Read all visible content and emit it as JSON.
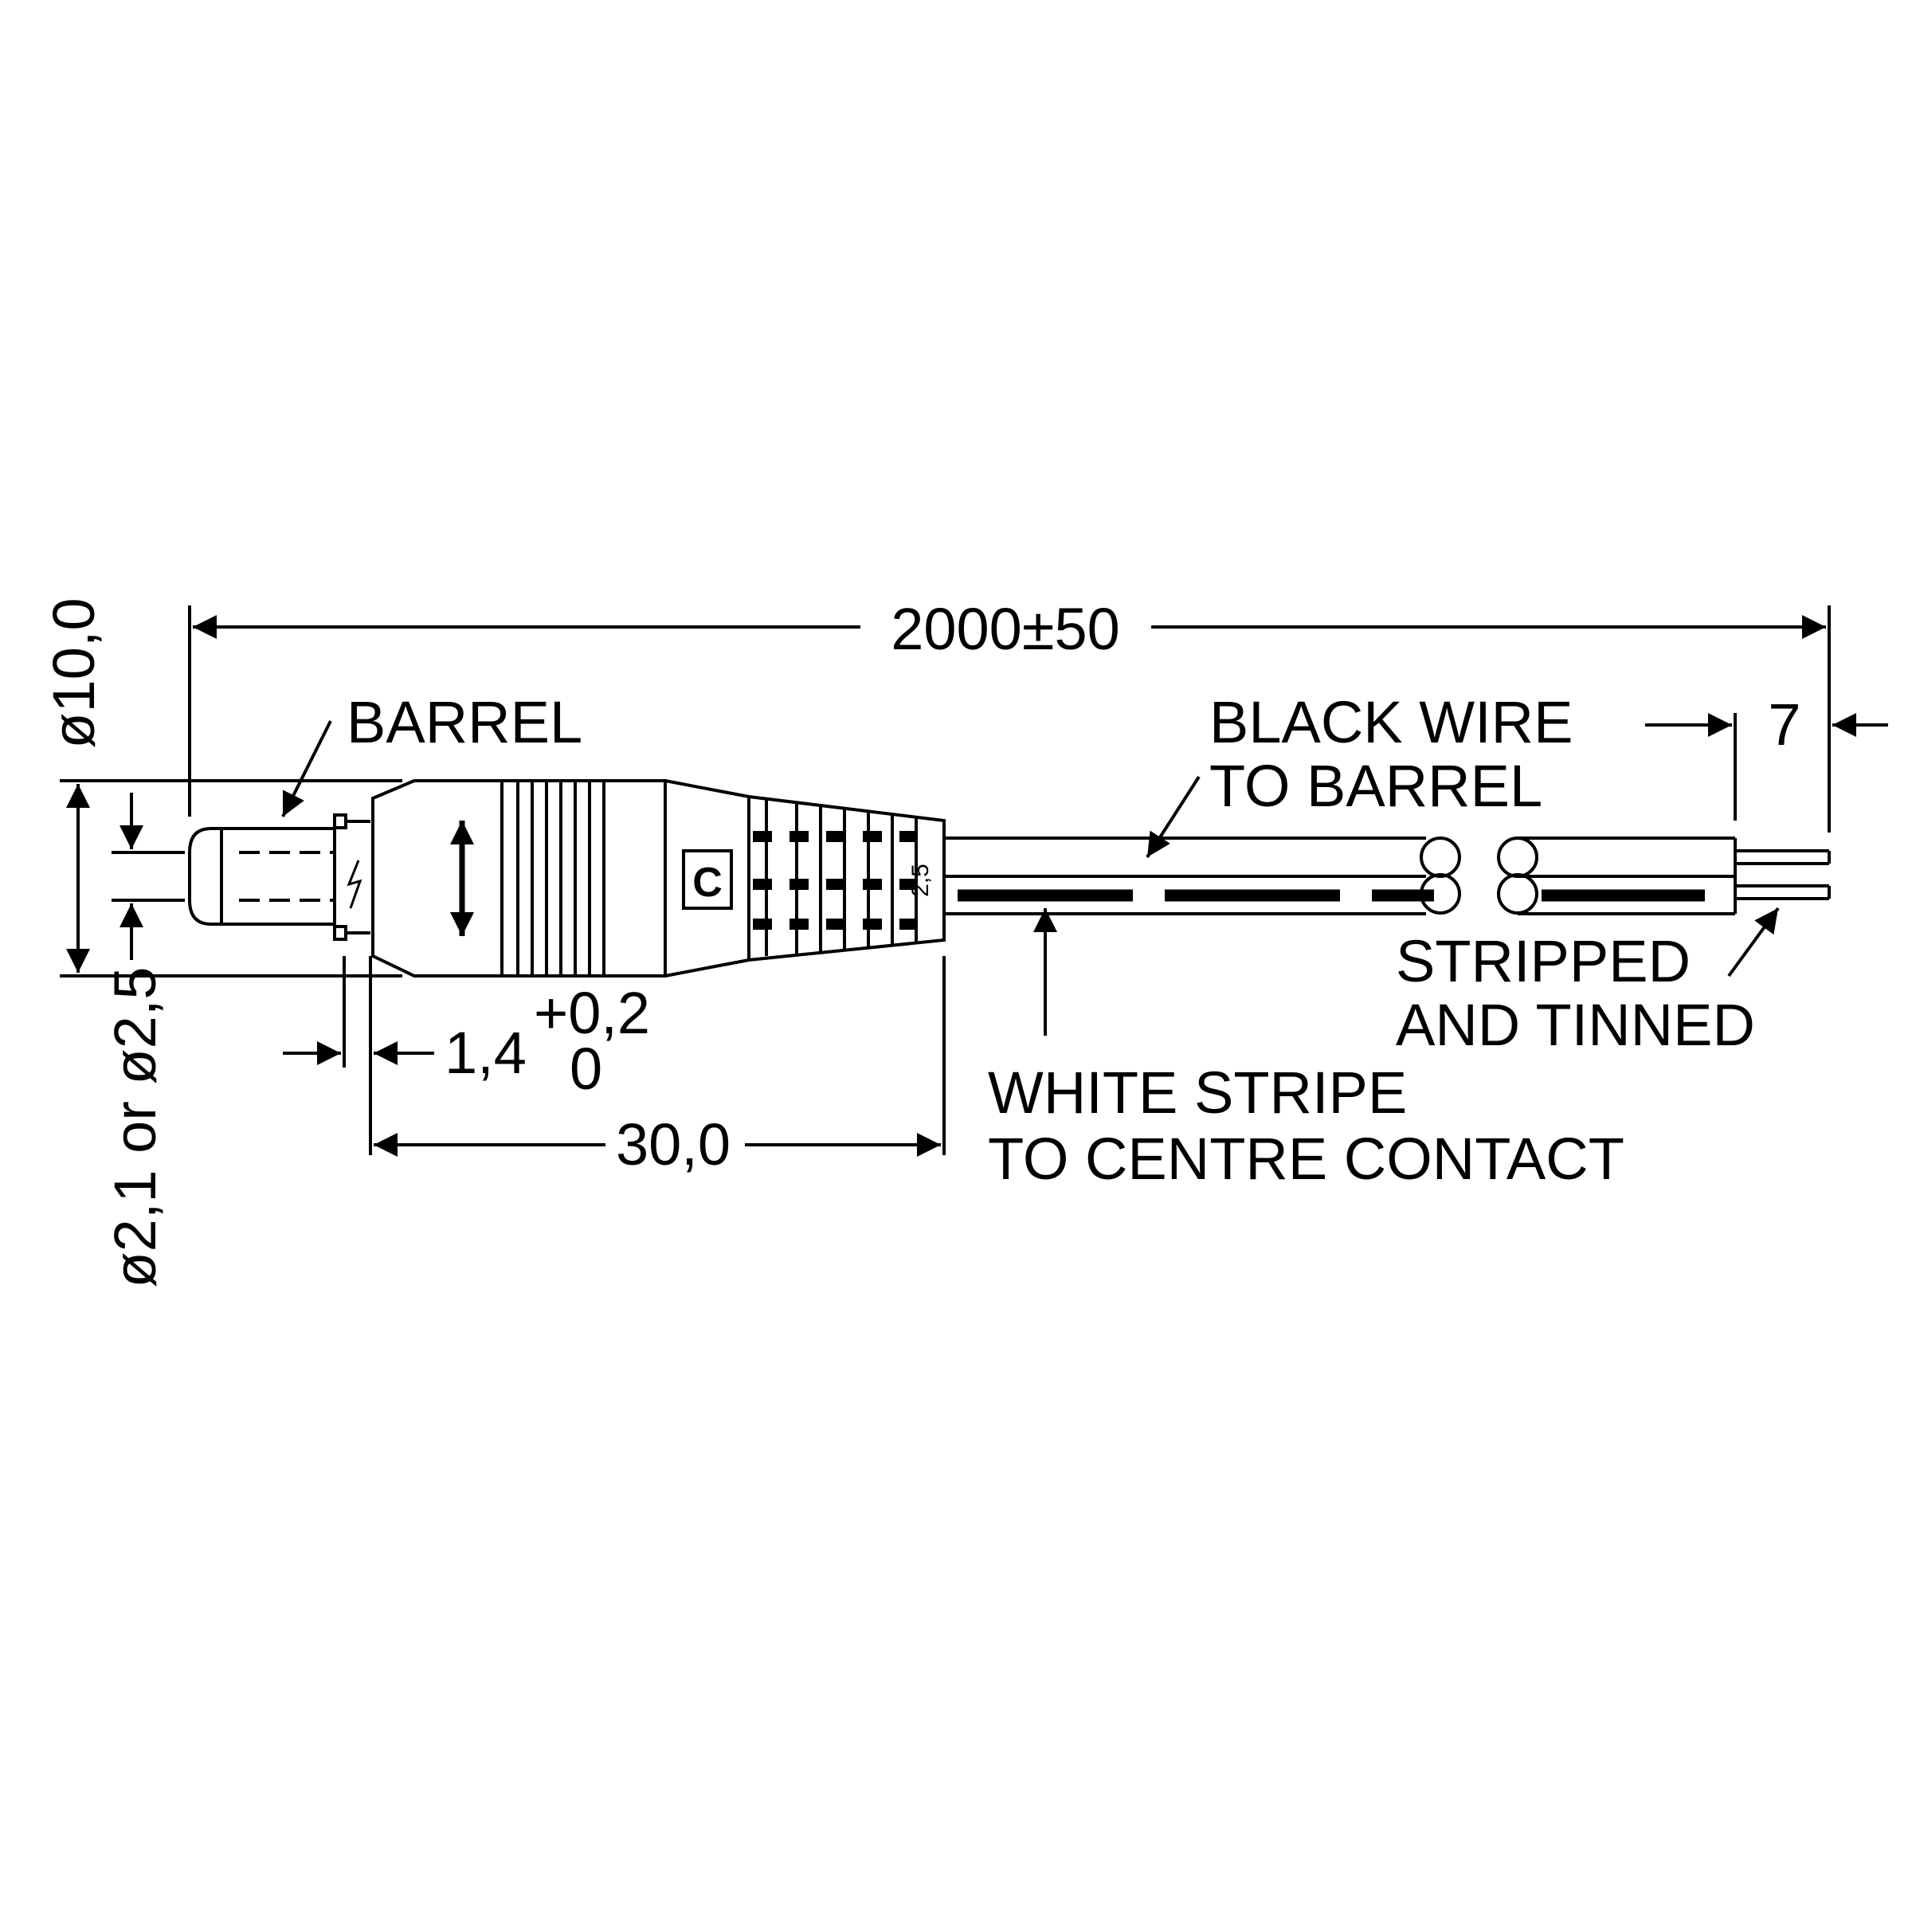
{
  "diagram": {
    "colors": {
      "ink": "#000000",
      "background": "#ffffff"
    },
    "labels": {
      "barrel": "BARREL",
      "black_wire_line1": "BLACK WIRE",
      "black_wire_line2": "TO BARREL",
      "stripped_line1": "STRIPPED",
      "stripped_line2": "AND TINNED",
      "white_stripe_line1": "WHITE STRIPE",
      "white_stripe_line2": "TO CENTRE CONTACT",
      "polarity_mark": "C",
      "marking_25": "2,5"
    },
    "dimensions": {
      "overall_length": "2000±50",
      "strip_length": "7",
      "plug_length": "30,0",
      "pin_offset": "1,4",
      "tolerance_upper": "+0,2",
      "tolerance_lower": "0",
      "outer_diameter": "ø10,0",
      "inner_diameter": "ø2,1 or ø2,5"
    }
  }
}
